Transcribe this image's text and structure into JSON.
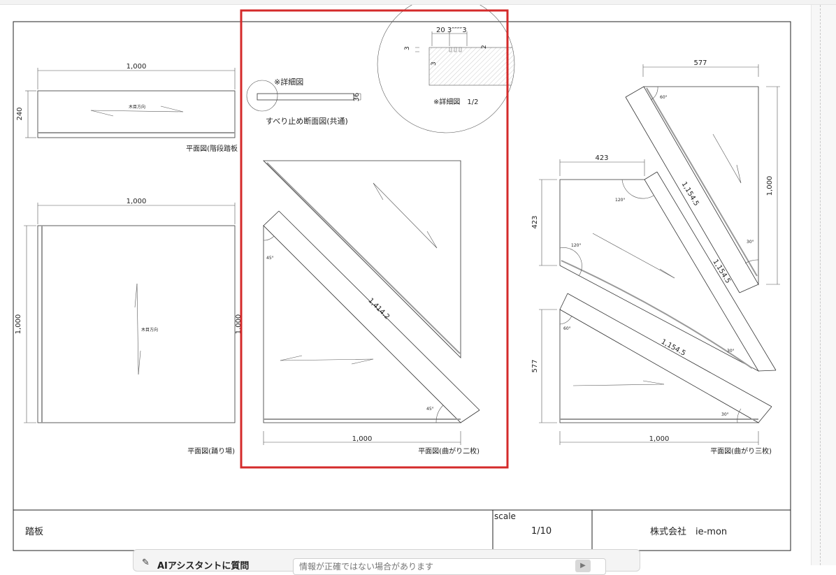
{
  "dimensions": {
    "w1000": "1,000",
    "h240": "240",
    "h1000": "1,000",
    "w577": "577",
    "w423": "423",
    "h423": "423",
    "h577": "577",
    "diag14142": "1,414.2",
    "diag11545": "1,154.5"
  },
  "angles": {
    "a45": "45°",
    "a60": "60°",
    "a120": "120°",
    "a30": "30°"
  },
  "notes": {
    "grain_direction": "木目方向",
    "detail_mark": "※詳細図",
    "detail_scale": "※詳細図　1/2",
    "detail_widths": "20 3″″″″3",
    "detail_small_3": "3",
    "detail_small_2": "2",
    "section_36": "36",
    "section_label": "すべり止め断面図(共通)"
  },
  "views": {
    "plan_stair_tread": "平面図(階段踏板",
    "plan_landing": "平面図(踊り場)",
    "plan_winder_two": "平面図(曲がり二枚)",
    "plan_winder_three": "平面図(曲がり三枚)"
  },
  "title_block": {
    "part_name": "踏板",
    "scale_label": "scale",
    "scale_value": "1/10",
    "company": "株式会社　ie-mon"
  },
  "highlight_color": "#d42a2a",
  "assistant": {
    "icon": "chat-edit-icon",
    "label": "AIアシスタントに質問",
    "placeholder": "情報が正確ではない場合があります"
  }
}
